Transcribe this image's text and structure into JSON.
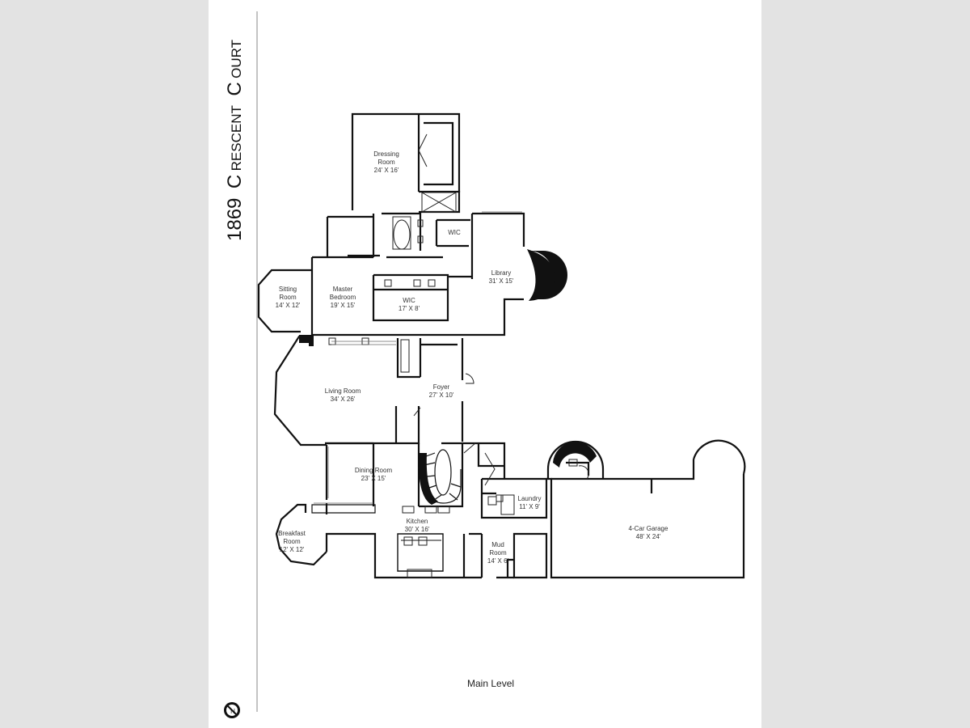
{
  "title": {
    "number": "1869",
    "name_c1": "C",
    "name_rest1": "RESCENT",
    "name_c2": "C",
    "name_rest2": "OURT"
  },
  "level_label": "Main Level",
  "compass_letter": "N",
  "rooms": {
    "dressing": {
      "l1": "Dressing",
      "l2": "Room",
      "dim": "24' X 16'"
    },
    "wic_top": {
      "l1": "WIC"
    },
    "sitting": {
      "l1": "Sitting",
      "l2": "Room",
      "dim": "14' X 12'"
    },
    "master": {
      "l1": "Master",
      "l2": "Bedroom",
      "dim": "19' X 15'"
    },
    "wic_mid": {
      "l1": "WIC",
      "dim": "17' X 8'"
    },
    "library": {
      "l1": "Library",
      "dim": "31' X 15'"
    },
    "living": {
      "l1": "Living Room",
      "dim": "34' X 26'"
    },
    "foyer": {
      "l1": "Foyer",
      "dim": "27' X 10'"
    },
    "dining": {
      "l1": "Dining Room",
      "dim": "23' X 15'"
    },
    "laundry": {
      "l1": "Laundry",
      "dim": "11' X 9'"
    },
    "garage": {
      "l1": "4-Car Garage",
      "dim": "48' X 24'"
    },
    "breakfast": {
      "l1": "Breakfast",
      "l2": "Room",
      "dim": "12' X 12'"
    },
    "kitchen": {
      "l1": "Kitchen",
      "dim": "30' X 16'"
    },
    "mud": {
      "l1": "Mud",
      "l2": "Room",
      "dim": "14' X 6'"
    }
  }
}
